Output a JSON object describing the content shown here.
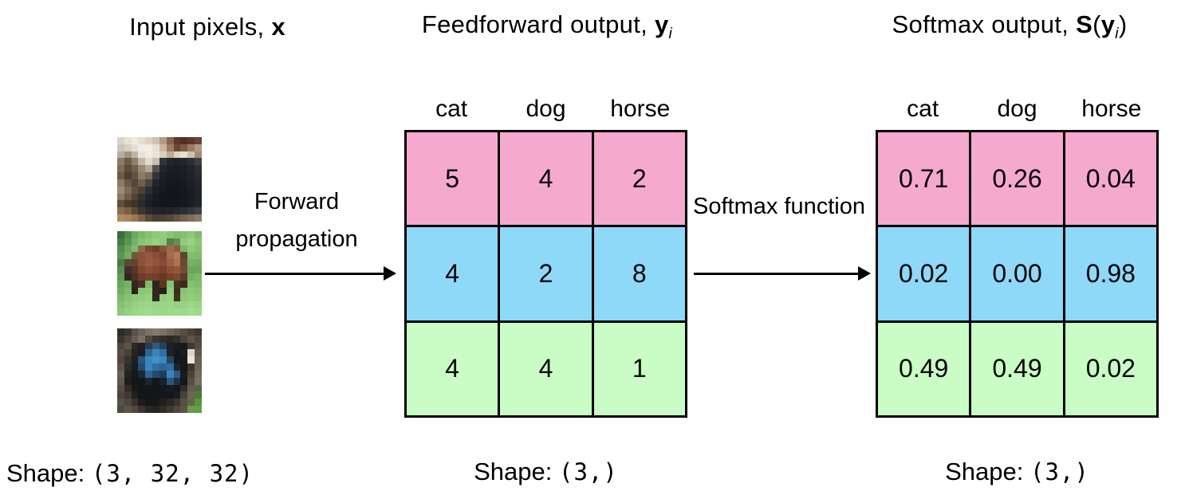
{
  "colors": {
    "background": "#FFFFFF",
    "border": "#000000",
    "row_pink": "#F5A9CF",
    "row_blue": "#8ED8F8",
    "row_green": "#CAFDC5"
  },
  "titles": {
    "input": {
      "segments": [
        {
          "t": "Input pixels, ",
          "style": "plain"
        },
        {
          "t": "x",
          "style": "bold"
        }
      ]
    },
    "feedforward": {
      "segments": [
        {
          "t": "Feedforward output, ",
          "style": "plain"
        },
        {
          "t": "y",
          "style": "bold"
        },
        {
          "t": "i",
          "style": "sub"
        }
      ]
    },
    "softmax": {
      "segments": [
        {
          "t": "Softmax output, ",
          "style": "plain"
        },
        {
          "t": "S",
          "style": "bold"
        },
        {
          "t": "(",
          "style": "plain"
        },
        {
          "t": "y",
          "style": "bold"
        },
        {
          "t": "i",
          "style": "sub"
        },
        {
          "t": ")",
          "style": "plain"
        }
      ]
    }
  },
  "arrows": [
    {
      "label": "Forward propagation"
    },
    {
      "label": "Softmax function"
    }
  ],
  "class_labels": [
    "cat",
    "dog",
    "horse"
  ],
  "feedforward_table": {
    "rows": [
      {
        "class": "cat-row",
        "values": [
          "5",
          "4",
          "2"
        ]
      },
      {
        "class": "horse-row",
        "values": [
          "4",
          "2",
          "8"
        ]
      },
      {
        "class": "dog-row",
        "values": [
          "4",
          "4",
          "1"
        ]
      }
    ]
  },
  "softmax_table": {
    "rows": [
      {
        "class": "cat-row",
        "values": [
          "0.71",
          "0.26",
          "0.04"
        ]
      },
      {
        "class": "horse-row",
        "values": [
          "0.02",
          "0.00",
          "0.98"
        ]
      },
      {
        "class": "dog-row",
        "values": [
          "0.49",
          "0.49",
          "0.02"
        ]
      }
    ]
  },
  "shapes": {
    "input": {
      "label": "Shape:",
      "value": "(3, 32, 32)"
    },
    "feedforward": {
      "label": "Shape:",
      "value": "(3,)"
    },
    "softmax": {
      "label": "Shape:",
      "value": "(3,)"
    }
  },
  "images": [
    {
      "name": "cat-photo",
      "alt": "cat",
      "pixels": [
        [
          "#d9d4cb",
          "#e6e1d7",
          "#eeeadf",
          "#e6dfd1",
          "#dcd2c2",
          "#cfc3b2",
          "#b39a86",
          "#8a6450",
          "#5e382a",
          "#523020",
          "#5a3828",
          "#664237"
        ],
        [
          "#cdc7bd",
          "#d6d0c6",
          "#e4dfd5",
          "#efece3",
          "#f1eee6",
          "#e7e1d4",
          "#c8b6a2",
          "#9a7a62",
          "#6b4634",
          "#7d5944",
          "#9b7b65",
          "#b49a84"
        ],
        [
          "#b6aea2",
          "#a2947f",
          "#beb6a9",
          "#e7e3d8",
          "#f0ece1",
          "#e9e4d9",
          "#d8d0bf",
          "#bfa993",
          "#dcd2c3",
          "#e8e0d3",
          "#cfc1af",
          "#a78973"
        ],
        [
          "#8c7c67",
          "#6b5b49",
          "#8f7f6b",
          "#bfb7a7",
          "#dfdbce",
          "#c7bfae",
          "#31343b",
          "#23272d",
          "#1f2329",
          "#23272d",
          "#2b2f35",
          "#3b3f45"
        ],
        [
          "#7b6b57",
          "#5b4b3b",
          "#6f5f4d",
          "#998973",
          "#b1a991",
          "#595149",
          "#23272d",
          "#1c2026",
          "#1a1e24",
          "#1c2026",
          "#21252b",
          "#2b2f35"
        ],
        [
          "#6b5b49",
          "#4d3f31",
          "#5f5141",
          "#8b7b65",
          "#796b57",
          "#313539",
          "#1d2127",
          "#181c22",
          "#171b21",
          "#191d23",
          "#1f2329",
          "#272b31"
        ],
        [
          "#8b7967",
          "#695949",
          "#554737",
          "#6f614f",
          "#4b453d",
          "#21252b",
          "#191d23",
          "#15191f",
          "#14181e",
          "#161a20",
          "#1c2026",
          "#23272d"
        ],
        [
          "#9b8973",
          "#7b6b57",
          "#5f5141",
          "#4d4135",
          "#2b2f33",
          "#1c2026",
          "#16191f",
          "#13171d",
          "#13171d",
          "#15191f",
          "#1a1e24",
          "#21252b"
        ],
        [
          "#8b7763",
          "#6b5b49",
          "#4f4335",
          "#353129",
          "#21252b",
          "#181c22",
          "#14181e",
          "#12161c",
          "#13171d",
          "#15191f",
          "#191d23",
          "#1f2329"
        ],
        [
          "#5f4f3f",
          "#493b2d",
          "#3b332b",
          "#272b2f",
          "#1c2026",
          "#15191f",
          "#13171d",
          "#13171d",
          "#14181e",
          "#161a20",
          "#1a1e24",
          "#21252b"
        ],
        [
          "#8b6b4d",
          "#7b5d41",
          "#5d4731",
          "#3d352b",
          "#272b2f",
          "#21252b",
          "#1f2329",
          "#21252b",
          "#25292f",
          "#2b2f35",
          "#33373d",
          "#3d4147"
        ],
        [
          "#b18b63",
          "#a9855d",
          "#997751",
          "#7d6145",
          "#594939",
          "#4b3f31",
          "#4d4133",
          "#574937",
          "#655543",
          "#736151",
          "#7f6d59",
          "#8b7963"
        ]
      ]
    },
    {
      "name": "horse-photo",
      "alt": "horse",
      "pixels": [
        [
          "#3b6b3d",
          "#4f8b4b",
          "#6ba95f",
          "#7bb969",
          "#85c171",
          "#8dc979",
          "#91cd7d",
          "#89c575",
          "#7fbb6b",
          "#85c171",
          "#8dc979",
          "#81b96d"
        ],
        [
          "#477b45",
          "#5b9553",
          "#75b165",
          "#87c373",
          "#8fcb7b",
          "#95d181",
          "#8dc979",
          "#5b7b4b",
          "#6b8b57",
          "#91cd7d",
          "#97d383",
          "#8bc775"
        ],
        [
          "#538b4d",
          "#69a55b",
          "#7fbb6b",
          "#8b6b4b",
          "#7b4731",
          "#6f3d29",
          "#85553d",
          "#9b6b4d",
          "#8b5d41",
          "#7bb967",
          "#8dc979",
          "#85c171"
        ],
        [
          "#5b9553",
          "#71ad61",
          "#6b5b41",
          "#8b5139",
          "#97573d",
          "#8b4d35",
          "#7d4531",
          "#a5694b",
          "#b17b57",
          "#5b4533",
          "#83bd6f",
          "#7fbb6b"
        ],
        [
          "#4b7b45",
          "#594939",
          "#6b3f2d",
          "#8f5137",
          "#9b5b3f",
          "#935539",
          "#874b33",
          "#9d5f43",
          "#ab7151",
          "#6b4935",
          "#75b165",
          "#73af63"
        ],
        [
          "#558f4f",
          "#3d3129",
          "#5b3527",
          "#7d4731",
          "#8b4f37",
          "#854930",
          "#7b412a",
          "#8b5139",
          "#97573b",
          "#754d35",
          "#69a55b",
          "#6ba95f"
        ],
        [
          "#5f9b55",
          "#2f2721",
          "#4d2f23",
          "#6b3d2b",
          "#754329",
          "#6f3f27",
          "#653923",
          "#754327",
          "#7d492f",
          "#5b3b29",
          "#75b165",
          "#7bb969"
        ],
        [
          "#69a55b",
          "#75b165",
          "#31271f",
          "#4b2f21",
          "#7fbb6b",
          "#2d251d",
          "#5d3521",
          "#85c171",
          "#45311f",
          "#3d2b1b",
          "#85c171",
          "#81bd6d"
        ],
        [
          "#71ad61",
          "#7fbb6b",
          "#2b231b",
          "#89c575",
          "#8dc979",
          "#31271d",
          "#25211b",
          "#91cd7d",
          "#3b2d1d",
          "#87c373",
          "#8dc979",
          "#89c575"
        ],
        [
          "#7bb967",
          "#87c373",
          "#8dc979",
          "#91cd7d",
          "#95d181",
          "#2d2923",
          "#91cd7d",
          "#97d383",
          "#41311f",
          "#8dc979",
          "#91cd7d",
          "#8dc979"
        ],
        [
          "#85c171",
          "#8fca7b",
          "#95d181",
          "#99d585",
          "#9bd787",
          "#97d383",
          "#99d585",
          "#9bd787",
          "#95d181",
          "#97d383",
          "#9bd787",
          "#97d383"
        ],
        [
          "#8dc979",
          "#95d181",
          "#9bd787",
          "#9dd989",
          "#a1db8d",
          "#9dd989",
          "#9bd787",
          "#9dd989",
          "#a1db8d",
          "#9fda8b",
          "#a3dd8f",
          "#9fda8b"
        ]
      ]
    },
    {
      "name": "dog-photo",
      "alt": "dog",
      "pixels": [
        [
          "#2f2b27",
          "#3b352f",
          "#57514b",
          "#6b6359",
          "#7b7167",
          "#857b6f",
          "#7b7165",
          "#6f6559",
          "#63594d",
          "#574d43",
          "#4b4139",
          "#3f372f"
        ],
        [
          "#3b352f",
          "#4d473f",
          "#655d53",
          "#797165",
          "#4d473d",
          "#3b352d",
          "#312d27",
          "#2b2723",
          "#332f29",
          "#4b453b",
          "#5b5347",
          "#4f473d"
        ],
        [
          "#4b453d",
          "#5b5349",
          "#2b2925",
          "#1f1f21",
          "#2b3b49",
          "#2f5b81",
          "#25435d",
          "#1d1f23",
          "#191b1f",
          "#16181c",
          "#3f3931",
          "#554d43"
        ],
        [
          "#574f45",
          "#474139",
          "#232325",
          "#1b1d21",
          "#2f6591",
          "#3b81b5",
          "#2f6fa1",
          "#1d2127",
          "#151719",
          "#1b1d1f",
          "#d9d5cd",
          "#5f574b"
        ],
        [
          "#4f473d",
          "#37332d",
          "#1d1f23",
          "#2b5579",
          "#3b85bd",
          "#4391c9",
          "#3b85bd",
          "#234561",
          "#141619",
          "#171919",
          "#e9e5db",
          "#675f51"
        ],
        [
          "#5b5347",
          "#2f2b27",
          "#1a1c20",
          "#234b6d",
          "#3b85bd",
          "#2f6fa1",
          "#2b6595",
          "#2f6fa1",
          "#1b2531",
          "#151719",
          "#3b372f",
          "#6b6355"
        ],
        [
          "#675f51",
          "#24221f",
          "#151719",
          "#1b2937",
          "#2f6595",
          "#234b6d",
          "#1f3d59",
          "#3b85bd",
          "#2f5b81",
          "#191b1f",
          "#4b4339",
          "#756b5b"
        ],
        [
          "#5f574b",
          "#1f1d1b",
          "#131517",
          "#141619",
          "#1b2531",
          "#141619",
          "#172131",
          "#2b5579",
          "#1f3149",
          "#15171b",
          "#574f43",
          "#7b7161"
        ],
        [
          "#554d41",
          "#2f2b25",
          "#171919",
          "#131517",
          "#141619",
          "#131517",
          "#141619",
          "#171b21",
          "#141619",
          "#2f2b25",
          "#655d4f",
          "#596149"
        ],
        [
          "#4b453b",
          "#3f392f",
          "#211f1b",
          "#141619",
          "#131517",
          "#141619",
          "#15171b",
          "#141619",
          "#1d1b19",
          "#47413b",
          "#6f6555",
          "#4b7b3b"
        ],
        [
          "#57514b",
          "#4b453b",
          "#37332b",
          "#1d1b19",
          "#141619",
          "#171915",
          "#211f1b",
          "#2b2723",
          "#3b352d",
          "#574f43",
          "#5b6b47",
          "#55953d"
        ],
        [
          "#4f4941",
          "#5b5549",
          "#4f4941",
          "#3b352d",
          "#2b2723",
          "#24221f",
          "#2f2b25",
          "#3f392f",
          "#4f4739",
          "#5b5345",
          "#6b9b4b",
          "#5ba33f"
        ]
      ]
    }
  ]
}
